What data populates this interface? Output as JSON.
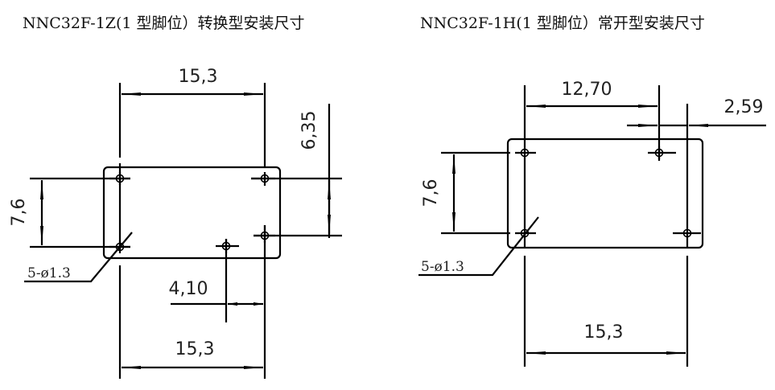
{
  "left_drawing": {
    "title": "NNC32F-1Z(1 型脚位）转换型安装尺寸",
    "dims": {
      "top_width": "15,3",
      "right_height": "6,35",
      "left_height": "7,6",
      "offset": "4,10",
      "bottom_width": "15,3"
    },
    "hole_note": "5-ø1.3",
    "pin_count": 5
  },
  "right_drawing": {
    "title": "NNC32F-1H(1 型脚位）常开型安装尺寸",
    "dims": {
      "top_width": "12,70",
      "right_offset": "2,59",
      "left_height": "7,6",
      "bottom_width": "15,3"
    },
    "hole_note": "5-ø1.3",
    "pin_count": 4
  }
}
